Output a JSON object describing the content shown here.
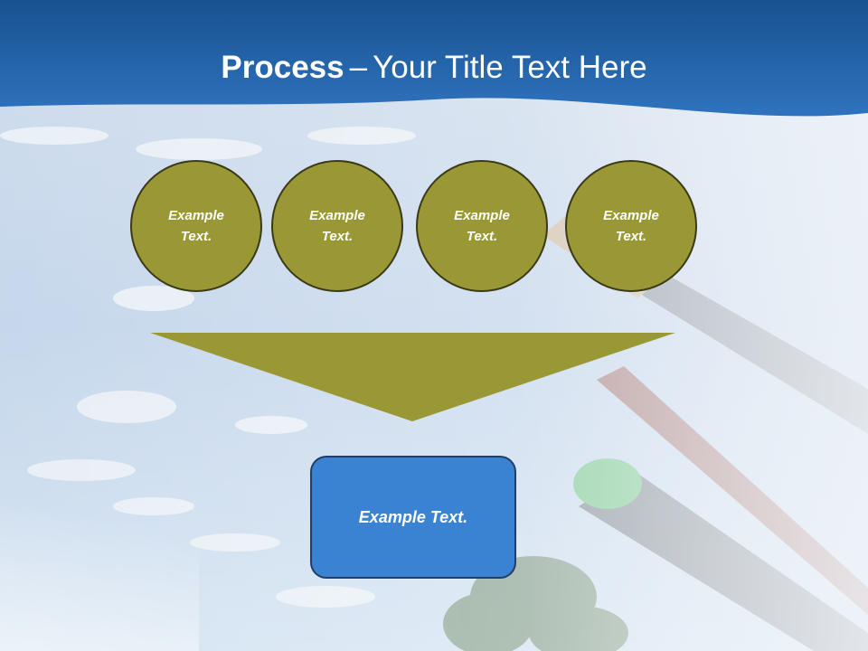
{
  "slide": {
    "title_bold": "Process",
    "title_dash": "–",
    "title_rest": "Your Title Text Here",
    "circles": [
      {
        "label": "Example Text."
      },
      {
        "label": "Example Text."
      },
      {
        "label": "Example Text."
      },
      {
        "label": "Example Text."
      }
    ],
    "result_box": {
      "label": "Example Text."
    }
  },
  "colors": {
    "header_blue": "#1f5fa8",
    "circle_fill": "#999834",
    "arrow_fill": "#999834",
    "box_fill": "#3a82d2"
  }
}
